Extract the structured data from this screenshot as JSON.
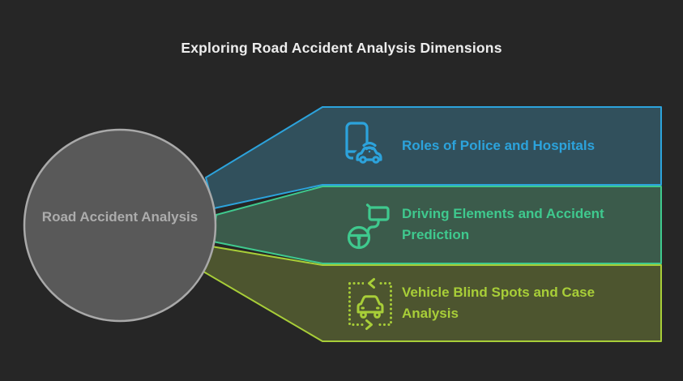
{
  "title": "Exploring Road Accident Analysis Dimensions",
  "center_node": {
    "label": "Road Accident Analysis"
  },
  "branches": [
    {
      "label": "Roles of Police and Hospitals",
      "icon": "connected-car-phone-icon",
      "accent_color": "#2CA3DC",
      "fill_color": "#31505C"
    },
    {
      "label": "Driving Elements and Accident Prediction",
      "icon": "steering-wheel-mirror-icon",
      "accent_color": "#3FC98E",
      "fill_color": "#3B5B4B"
    },
    {
      "label": "Vehicle Blind Spots and Case Analysis",
      "icon": "vehicle-blind-spot-icon",
      "accent_color": "#A8CE38",
      "fill_color": "#4D552F"
    }
  ],
  "colors": {
    "background": "#262626",
    "circle_fill": "#595959",
    "circle_border": "#A9A9A9",
    "circle_text": "#ACACAC",
    "title_text": "#EDEDED"
  }
}
